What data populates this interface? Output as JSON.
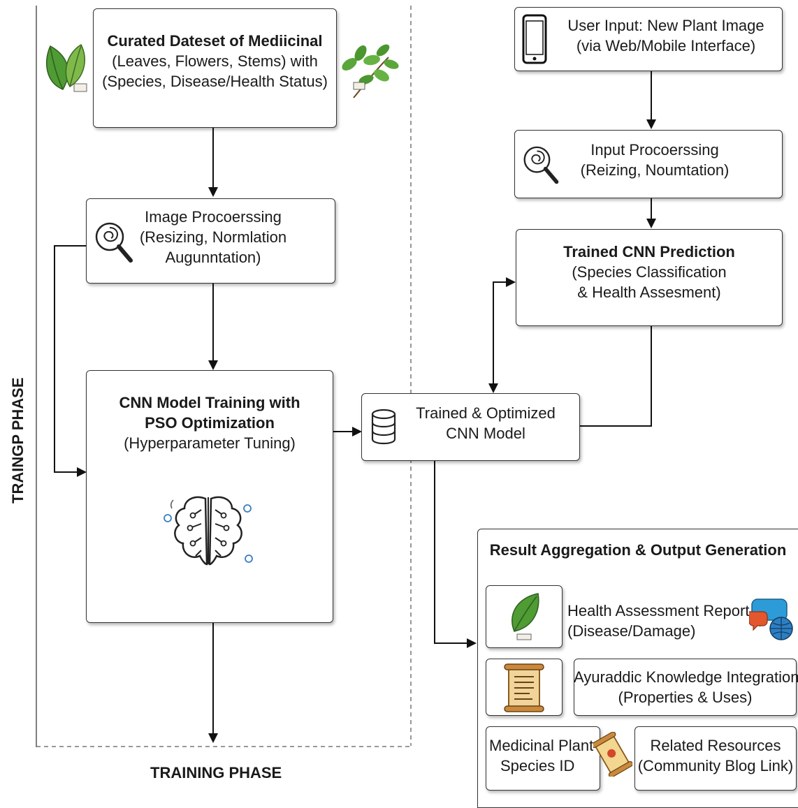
{
  "phases": {
    "vertical_label": "TRAINGP PHASE",
    "bottom_label": "TRAINING PHASE"
  },
  "dataset_box": {
    "line1": "Curated Dateset of Mediicinal",
    "line2": "(Leaves, Flowers, Stems) with",
    "line3": "(Species, Disease/Health Status)"
  },
  "image_processing_box": {
    "line1": "Image Procoerssing",
    "line2": "(Resizing, Normlation",
    "line3": "Augunntation)"
  },
  "cnn_training_box": {
    "line1": "CNN Model Training with",
    "line2": "PSO Optimization",
    "line3": "(Hyperparameter Tuning)"
  },
  "trained_model_box": {
    "line1": "Trained & Optimized",
    "line2": "CNN Model"
  },
  "user_input_box": {
    "line1": "User Input: New Plant Image",
    "line2": "(via Web/Mobile Interface)"
  },
  "input_processing_box": {
    "line1": "Input Procoerssing",
    "line2": "(Reizing, Noumtation)"
  },
  "prediction_box": {
    "line1": "Trained CNN Prediction",
    "line2": "(Species Classification",
    "line3": "& Health Assesment)"
  },
  "results_panel": {
    "title": "Result Aggregation & Output Generation",
    "health_report_line1": "Health Assessment Report",
    "health_report_line2": "(Disease/Damage)",
    "ayurvedic_line1": "Ayuraddic Knowledge Integration",
    "ayurvedic_line2": "(Properties & Uses)",
    "species_id_line1": "Medicinal Plant",
    "species_id_line2": "Species ID",
    "resources_line1": "Related Resources",
    "resources_line2": "(Community Blog Link)"
  },
  "icons": [
    "leaf-icon",
    "branch-icon",
    "phone-icon",
    "magnifier-icon",
    "brain-icon",
    "database-icon",
    "chat-globe-icon",
    "scroll-icon"
  ],
  "colors": {
    "leaf_green": "#3f8f2f",
    "scroll_tan": "#d9a95b",
    "globe_blue": "#2d7fc4",
    "bubble_red": "#e4572e"
  }
}
